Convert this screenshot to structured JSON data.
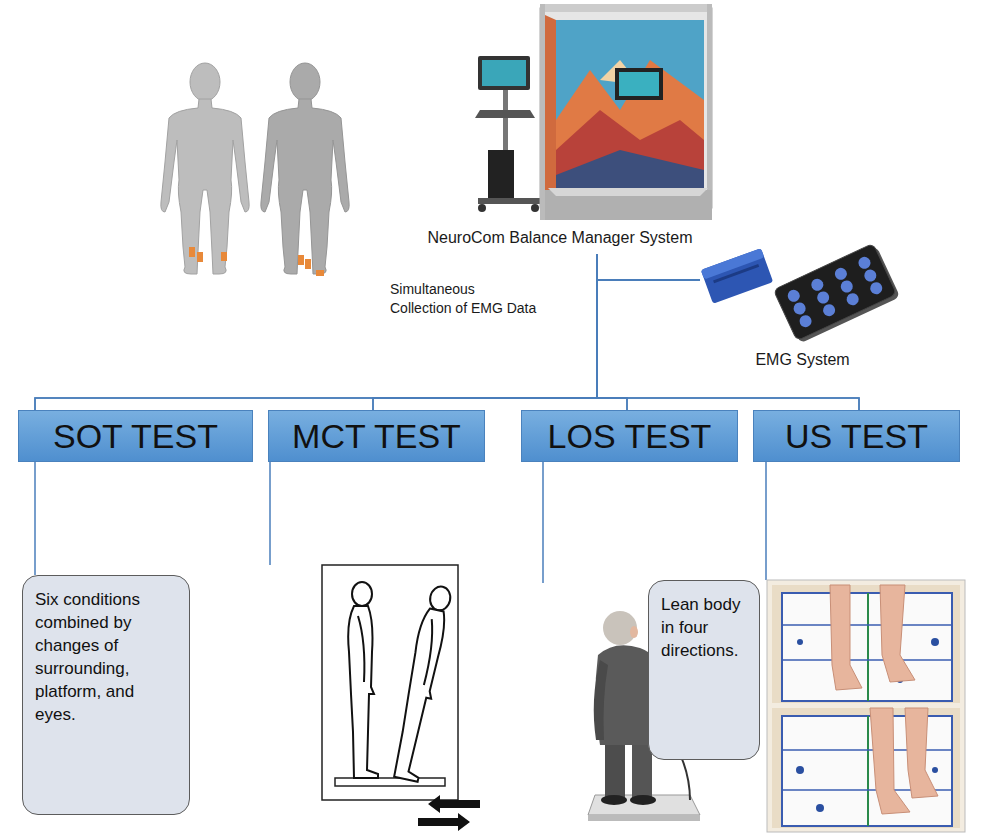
{
  "diagram": {
    "nodes": [
      {
        "text": [
          "NeuroCom Balance Manager System"
        ]
      },
      {
        "text": [
          "EMG System"
        ]
      },
      {
        "text": [
          "SOT TEST"
        ]
      },
      {
        "text": [
          "MCT TEST"
        ]
      },
      {
        "text": [
          "LOS TEST"
        ]
      },
      {
        "text": [
          "US TEST"
        ]
      },
      {
        "text": [
          "Six conditions combined by changes of surrounding, platform, and eyes."
        ]
      },
      {
        "text": [
          "Lean body in four directions."
        ]
      }
    ],
    "edges": [
      {
        "from": 0,
        "to": 2,
        "arrow": "none"
      },
      {
        "from": 0,
        "to": 3,
        "arrow": "none"
      },
      {
        "from": 0,
        "to": 4,
        "arrow": "none"
      },
      {
        "from": 0,
        "to": 5,
        "arrow": "none"
      },
      {
        "from": 1,
        "to": 2,
        "arrow": "none"
      },
      {
        "from": 1,
        "to": 3,
        "arrow": "none"
      },
      {
        "from": 1,
        "to": 4,
        "arrow": "none"
      },
      {
        "from": 1,
        "to": 5,
        "arrow": "none"
      },
      {
        "from": 2,
        "to": 6,
        "arrow": "none"
      }
    ],
    "labels": [
      "Simultaneous Collection of EMG Data"
    ]
  }
}
